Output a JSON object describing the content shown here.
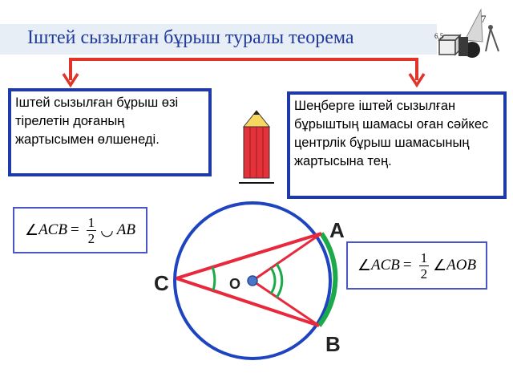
{
  "title": "Іштей сызылған бұрыш туралы теорема",
  "left_box": {
    "text": "Іштей сызылған бұрыш өзі тірелетін доғаның жартысымен өлшенеді."
  },
  "right_box": {
    "text": "Шеңберге іштей сызылған бұрыштың шамасы оған сәйкес центрлік бұрыш шамасының жартысына тең."
  },
  "formula_left": {
    "angle_symbol": "∠",
    "lhs": "ACB",
    "equals": "=",
    "frac_num": "1",
    "frac_den": "2",
    "arc_symbol": "◡",
    "rhs": "AB"
  },
  "formula_right": {
    "angle_symbol": "∠",
    "lhs": "ACB",
    "equals": "=",
    "frac_num": "1",
    "frac_den": "2",
    "rhs_angle_symbol": "∠",
    "rhs": "AOB"
  },
  "diagram": {
    "point_a": "A",
    "point_b": "B",
    "point_c": "C",
    "point_o": "O"
  },
  "decor": {
    "number_7": "7",
    "number_654": "6,5"
  },
  "colors": {
    "title_text": "#1f3a9e",
    "title_bar": "#e8eef5",
    "box_border": "#1f3aa8",
    "arrow": "#e0342a",
    "circle": "#1f44c0",
    "chord": "#e8283c",
    "arc_highlight": "#1aaa4a",
    "center": "#4a78c8"
  }
}
